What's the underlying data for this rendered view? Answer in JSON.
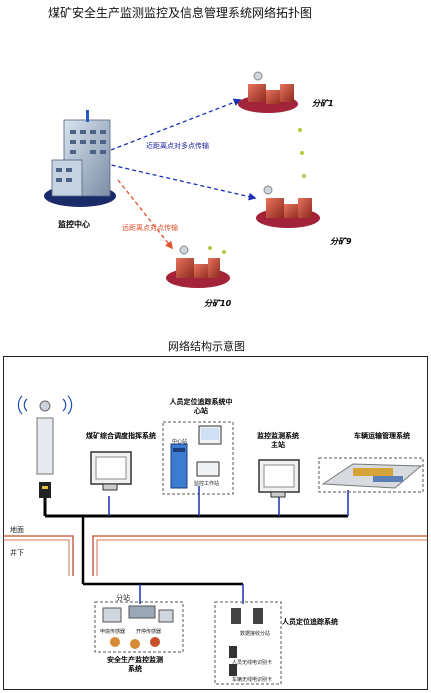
{
  "top": {
    "title": "煤矿安全生产监测监控及信息管理系统网络拓扑图",
    "center_label": "监控中心",
    "branches": [
      "分矿1",
      "分矿9",
      "分矿10"
    ],
    "link_near": "近距离点对多点传输",
    "link_far": "远距离点对点传输"
  },
  "bottom": {
    "title": "网络结构示意图",
    "ground_label": "地面",
    "underground_label": "井下",
    "substation_label": "分站",
    "systems": {
      "dispatch": "煤矿综合调度指挥系统",
      "positioning_center": "人员定位追踪系统中心站",
      "monitor_host": "监控监测系统主站",
      "vehicle": "车辆运输管理系统",
      "safety_monitor": "安全生产监控监测系统",
      "positioning_sub": "人员定位追踪系统"
    },
    "device_labels": {
      "center_station": "中心站",
      "monitor_workstation": "监控工作站",
      "sensor_a": "甲烷传感器",
      "sensor_b": "开停传感器",
      "data_receiver": "数据接收分站",
      "person_tag": "人员无线电识别卡",
      "vehicle_tag": "车辆无线电识别卡"
    }
  }
}
